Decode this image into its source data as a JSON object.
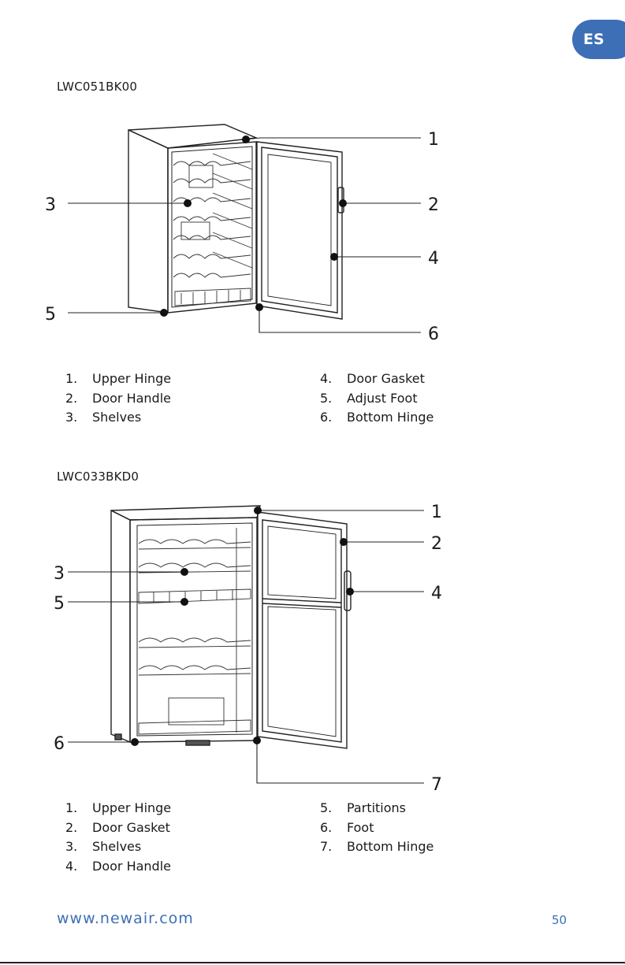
{
  "lang_tab": "ES",
  "section1": {
    "model": "LWC051BK00",
    "callouts": [
      "1",
      "2",
      "3",
      "4",
      "5",
      "6"
    ],
    "legend_left": [
      {
        "num": "1.",
        "label": "Upper Hinge"
      },
      {
        "num": "2.",
        "label": "Door Handle"
      },
      {
        "num": "3.",
        "label": "Shelves"
      }
    ],
    "legend_right": [
      {
        "num": "4.",
        "label": "Door Gasket"
      },
      {
        "num": "5.",
        "label": "Adjust Foot"
      },
      {
        "num": "6.",
        "label": "Bottom Hinge"
      }
    ]
  },
  "section2": {
    "model": "LWC033BKD0",
    "callouts": [
      "1",
      "2",
      "3",
      "4",
      "5",
      "6",
      "7"
    ],
    "legend_left": [
      {
        "num": "1.",
        "label": "Upper Hinge"
      },
      {
        "num": "2.",
        "label": "Door Gasket"
      },
      {
        "num": "3.",
        "label": "Shelves"
      },
      {
        "num": "4.",
        "label": "Door Handle"
      }
    ],
    "legend_right": [
      {
        "num": "5.",
        "label": "Partitions"
      },
      {
        "num": "6.",
        "label": "Foot"
      },
      {
        "num": "7.",
        "label": "Bottom Hinge"
      }
    ]
  },
  "footer": {
    "url": "www.newair.com",
    "page": "50"
  },
  "colors": {
    "accent": "#3d6fb6"
  }
}
